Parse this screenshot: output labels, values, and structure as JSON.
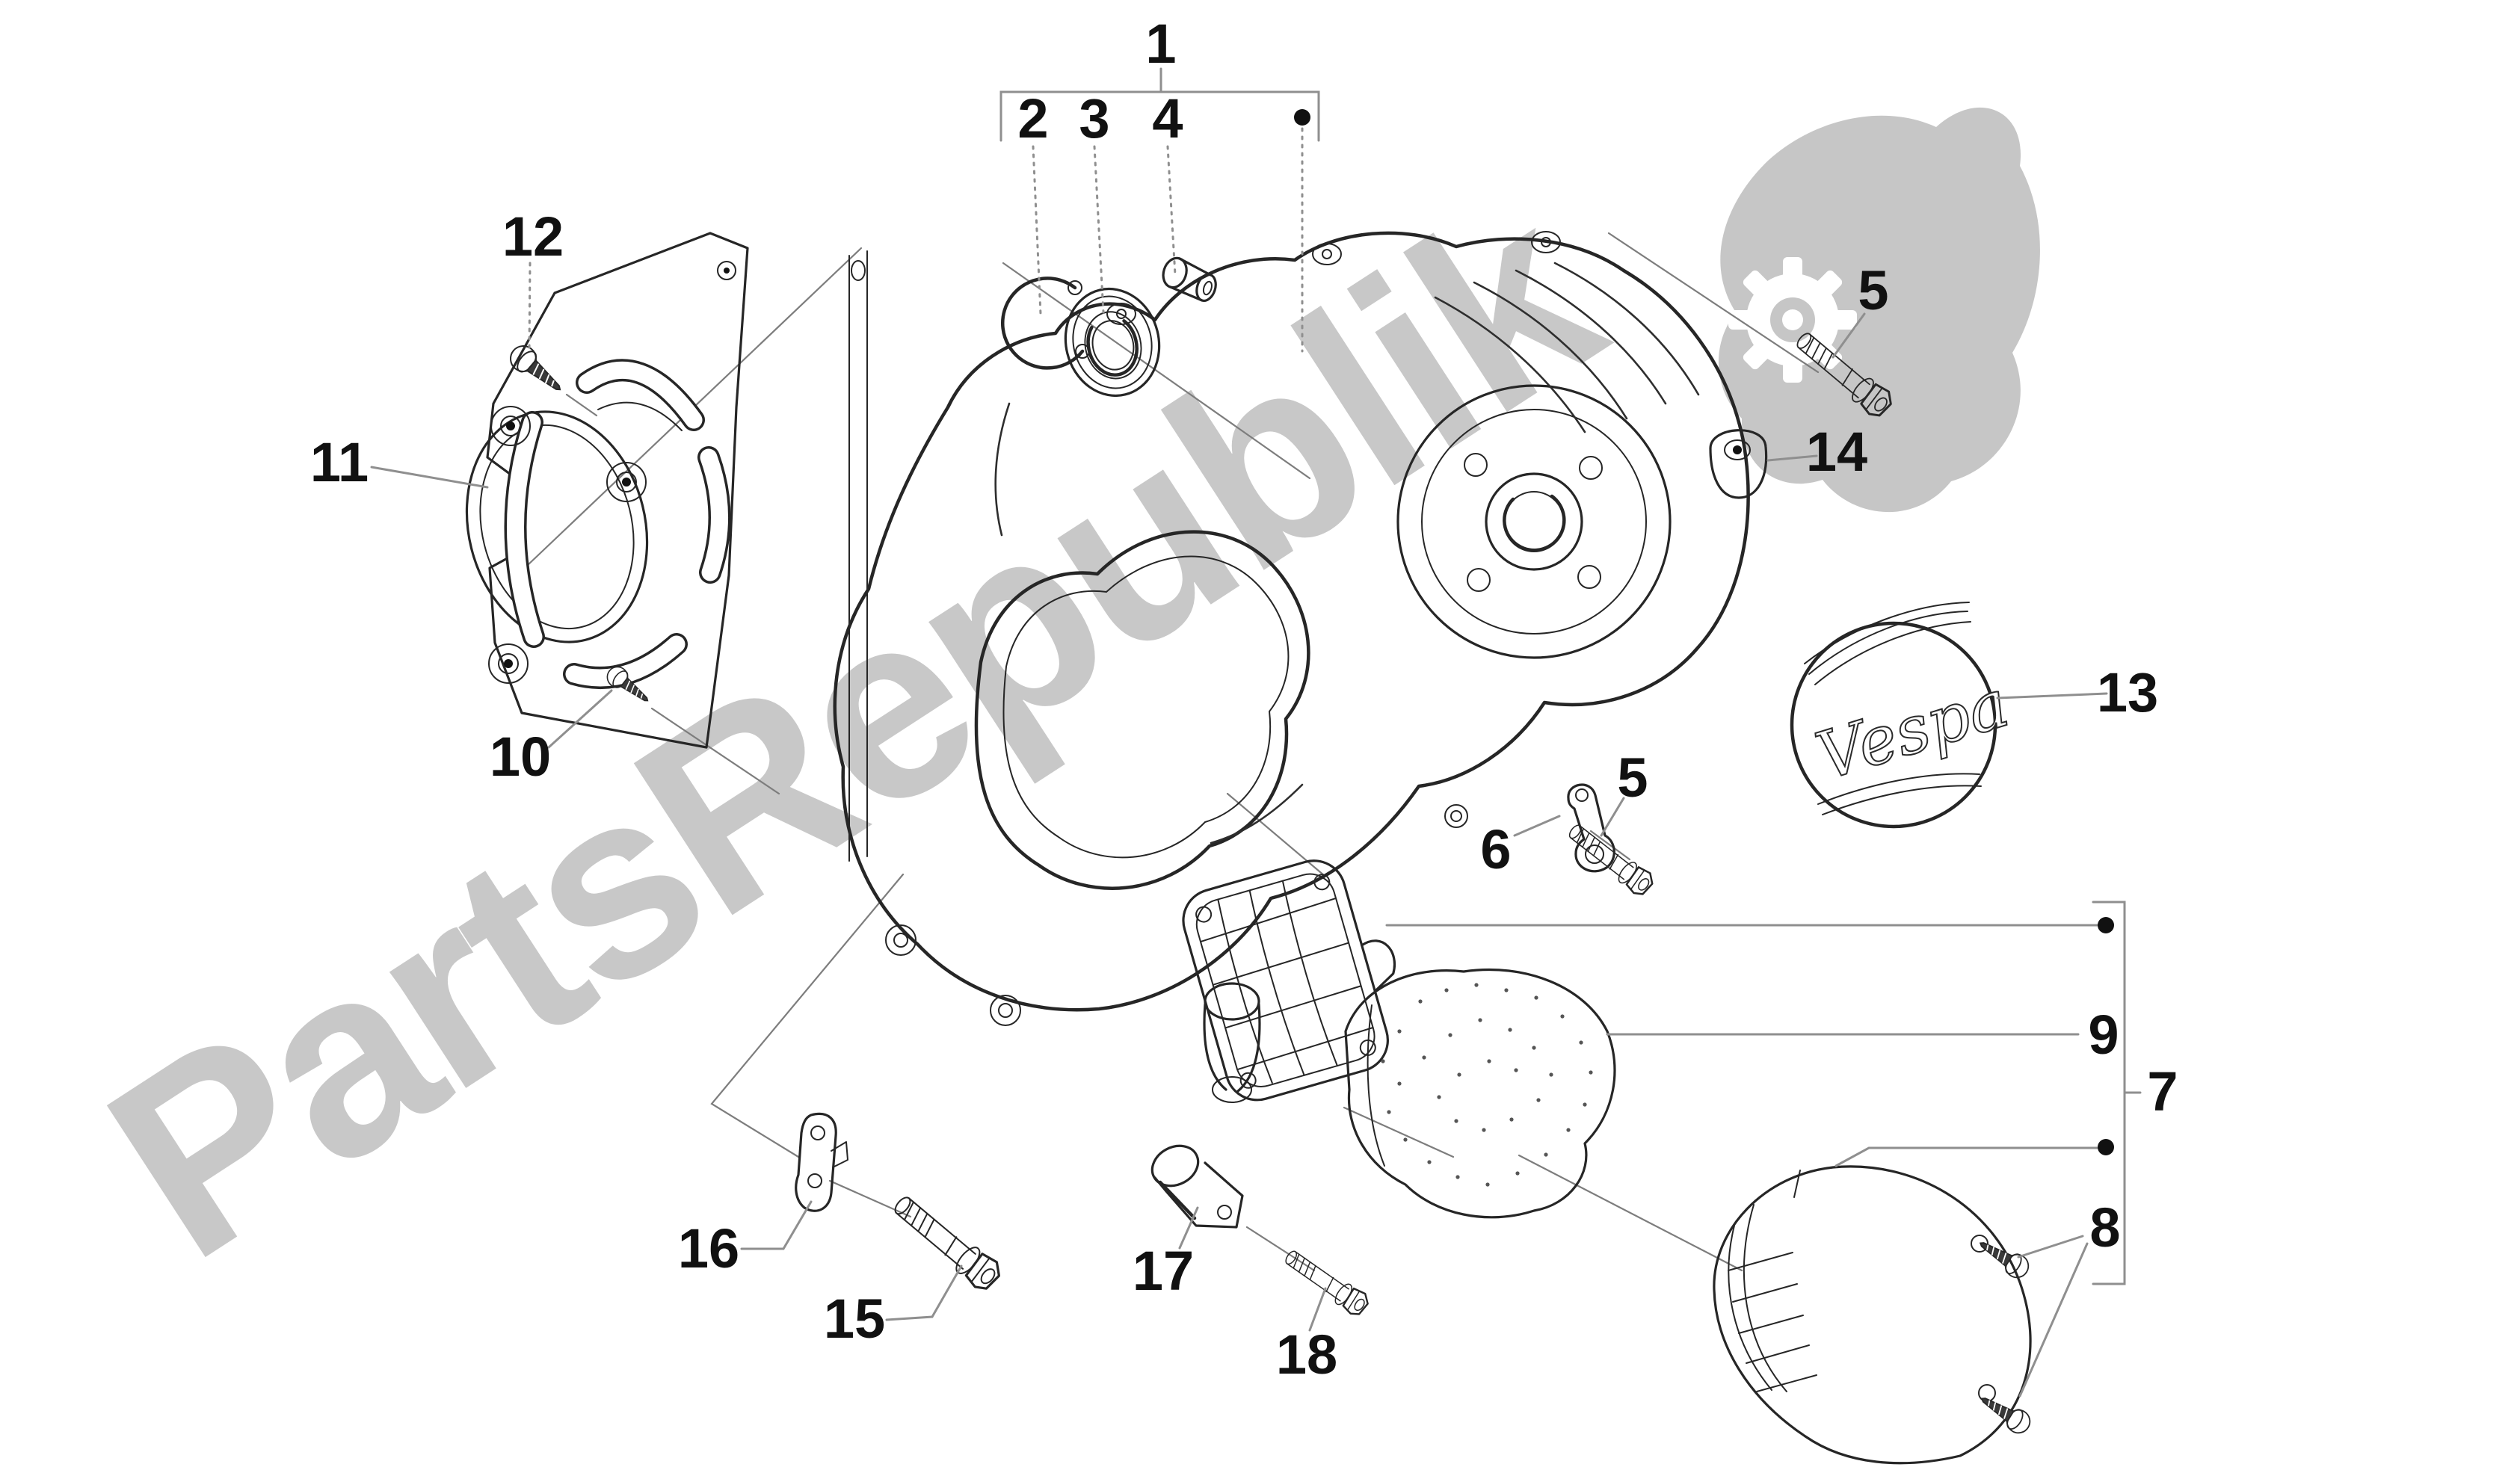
{
  "watermark": {
    "text": "PartsRepublik",
    "color": "#c8c8c8"
  },
  "cap_logo": {
    "text": "Vespa"
  },
  "callouts": {
    "c1": "1",
    "c2": "2",
    "c3": "3",
    "c4": "4",
    "c5": "5",
    "c5b": "5",
    "c6": "6",
    "c7": "7",
    "c8": "8",
    "c9": "9",
    "c10": "10",
    "c11": "11",
    "c12": "12",
    "c13": "13",
    "c14": "14",
    "c15": "15",
    "c16": "16",
    "c17": "17",
    "c18": "18"
  }
}
